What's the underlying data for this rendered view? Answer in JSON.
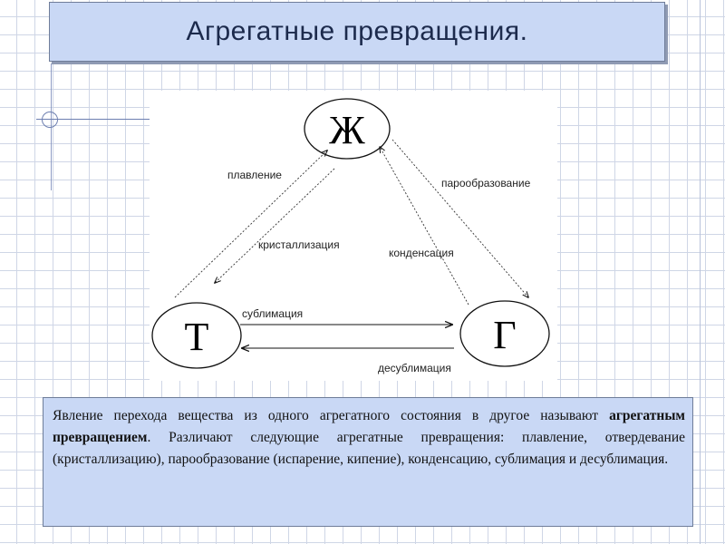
{
  "slide": {
    "title": "Агрегатные превращения."
  },
  "diagram": {
    "nodes": {
      "liquid": "Ж",
      "solid": "Т",
      "gas": "Г"
    },
    "edges": {
      "melting": "плавление",
      "crystallization": "кристаллизация",
      "vaporization": "парообразование",
      "condensation": "конденсация",
      "sublimation": "сублимация",
      "desublimation": "десублимация"
    }
  },
  "description": {
    "line1": "Явление перехода вещества из одного агрегатного состояния в другое называют",
    "term": "агрегатным превращением",
    "rest": ". Различают следующие агрегатные превращения: плавление, отвердевание (кристаллизацию), парообразование (испарение, кипение), конденсацию, сублимация и десублимация."
  }
}
